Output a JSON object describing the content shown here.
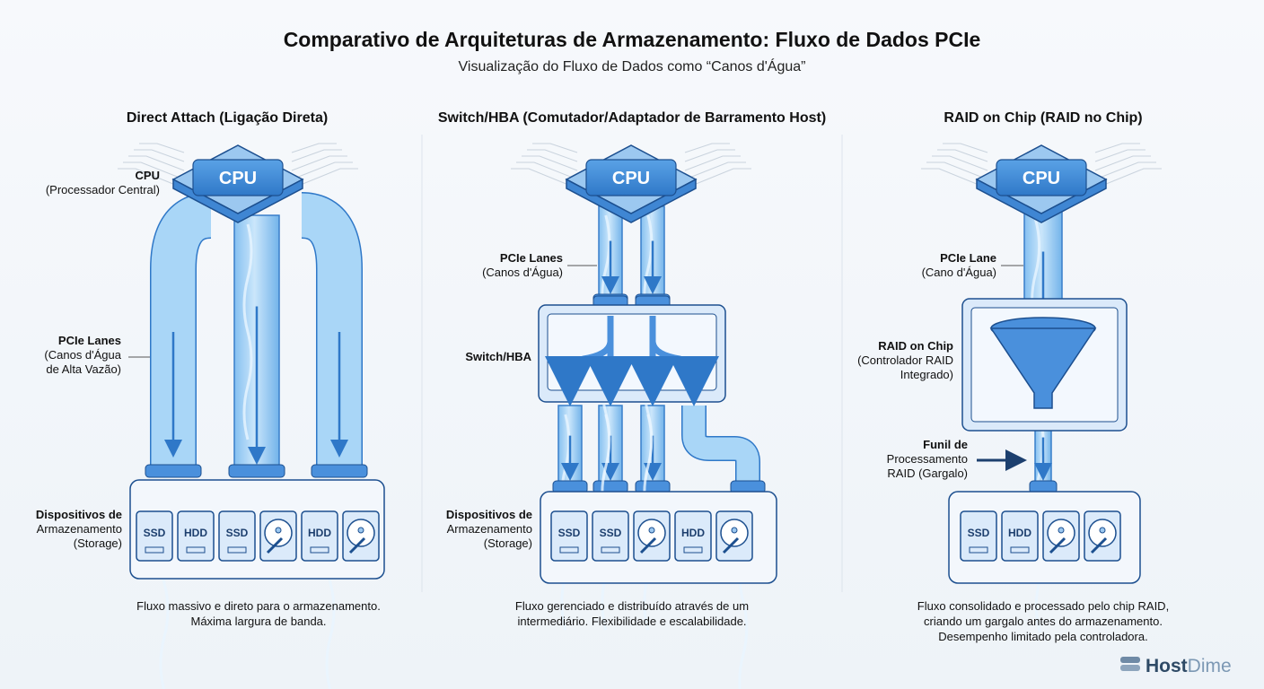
{
  "header": {
    "title": "Comparativo de Arquiteturas de Armazenamento: Fluxo de Dados PCIe",
    "subtitle": "Visualização do Fluxo de Dados como “Canos d'Água”"
  },
  "colors": {
    "accent": "#3a86d8",
    "pipe": "#9fd0f5",
    "dark": "#1c4f8f",
    "box": "#eaf2fb"
  },
  "panels": [
    {
      "title": "Direct Attach (Ligação Direta)",
      "cpu_chip": "CPU",
      "cpu_label": [
        "CPU",
        "(Processador Central)"
      ],
      "lanes_label": [
        "PCIe Lanes",
        "(Canos d'Água",
        "de Alta Vazão)"
      ],
      "storage_label": [
        "Dispositivos de",
        "Armazenamento",
        "(Storage)"
      ],
      "drives": [
        "SSD",
        "HDD",
        "SSD",
        "disk",
        "HDD",
        "disk"
      ],
      "caption": [
        "Fluxo massivo e direto para o armazenamento.",
        "Máxima largura de banda."
      ]
    },
    {
      "title": "Switch/HBA (Comutador/Adaptador de Barramento Host)",
      "cpu_chip": "CPU",
      "lanes_label": [
        "PCIe Lanes",
        "(Canos d'Água)"
      ],
      "switch_label": "Switch/HBA",
      "storage_label": [
        "Dispositivos de",
        "Armazenamento",
        "(Storage)"
      ],
      "drives": [
        "SSD",
        "SSD",
        "disk",
        "HDD",
        "disk"
      ],
      "caption": [
        "Fluxo gerenciado e distribuído através de um",
        "intermediário. Flexibilidade e escalabilidade."
      ]
    },
    {
      "title": "RAID on Chip (RAID no Chip)",
      "cpu_chip": "CPU",
      "lanes_label": [
        "PCIe Lane",
        "(Cano d'Água)"
      ],
      "raid_label": [
        "RAID on Chip",
        "(Controlador RAID",
        "Integrado)"
      ],
      "funnel_label": [
        "Funil de",
        "Processamento",
        "RAID (Gargalo)"
      ],
      "drives": [
        "SSD",
        "HDD",
        "disk",
        "disk"
      ],
      "caption": [
        "Fluxo consolidado e processado pelo chip RAID,",
        "criando um gargalo antes do armazenamento.",
        "Desempenho limitado pela controladora."
      ]
    }
  ],
  "logo": {
    "text_a": "Host",
    "text_b": "Dime",
    "icon": "server-stack-icon"
  }
}
